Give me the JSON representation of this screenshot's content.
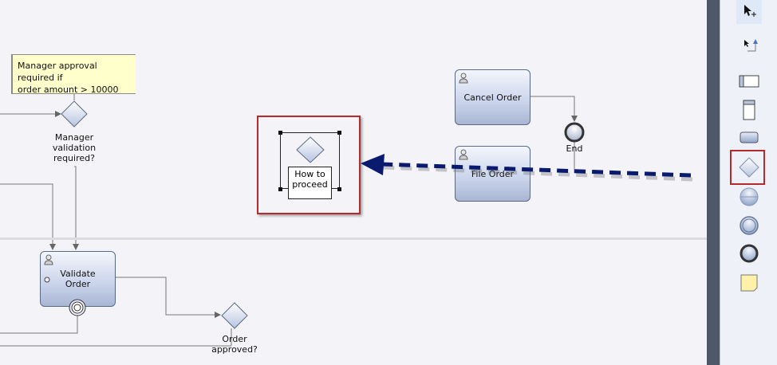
{
  "annotation": {
    "lines": [
      "Manager approval required if",
      "order amount > 10000"
    ]
  },
  "gateways": {
    "manager_validation": {
      "lines": [
        "Manager",
        "validation",
        "required?"
      ]
    },
    "order_approved": {
      "lines": [
        "Order",
        "approved?"
      ]
    },
    "dropped": {
      "lines": [
        "How to",
        "proceed"
      ]
    }
  },
  "tasks": {
    "cancel_order": "Cancel Order",
    "file_order": "File Order",
    "validate_order": [
      "Validate",
      "Order"
    ]
  },
  "end_event": {
    "label": "End"
  },
  "palette": {
    "tools": [
      "select-tool",
      "connect-tool",
      "pool-tool",
      "lane-tool",
      "task-tool",
      "gateway-tool",
      "start-event-tool",
      "intermediate-event-tool",
      "end-event-tool",
      "annotation-tool"
    ],
    "highlighted": "gateway-tool"
  },
  "colors": {
    "highlight": "#b52a2a",
    "arrow": "#0a1a6e",
    "task_fill": "#c9d3ea",
    "palette_bar": "#4e5868"
  }
}
